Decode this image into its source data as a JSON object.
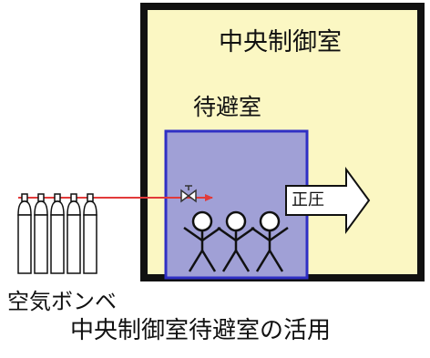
{
  "labels": {
    "control_room": "中央制御室",
    "shelter": "待避室",
    "pressure": "正圧",
    "air_cylinders": "空気ボンベ",
    "caption": "中央制御室待避室の活用"
  },
  "colors": {
    "control_room_fill": "#fbf7c3",
    "shelter_fill": "#a0a0d6",
    "shelter_border": "#2f2fc4",
    "pipe": "#e23a3a",
    "outline": "#111111"
  },
  "icons": {
    "cylinders": "gas-cylinder-icon",
    "valve": "valve-icon",
    "people": "stick-figure-icon",
    "arrow": "right-arrow-icon"
  }
}
